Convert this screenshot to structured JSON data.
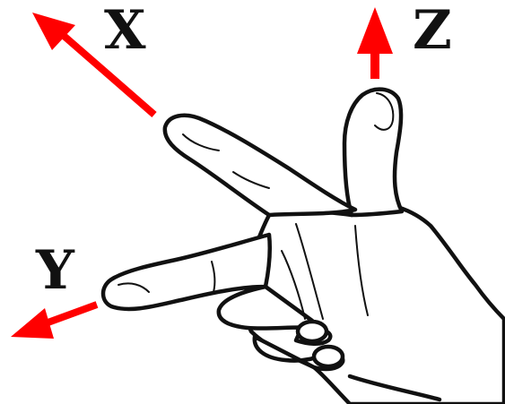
{
  "diagram": {
    "labels": {
      "x": "X",
      "y": "Y",
      "z": "Z"
    },
    "arrow_color": "#ff0000",
    "ink_color": "#111111"
  }
}
